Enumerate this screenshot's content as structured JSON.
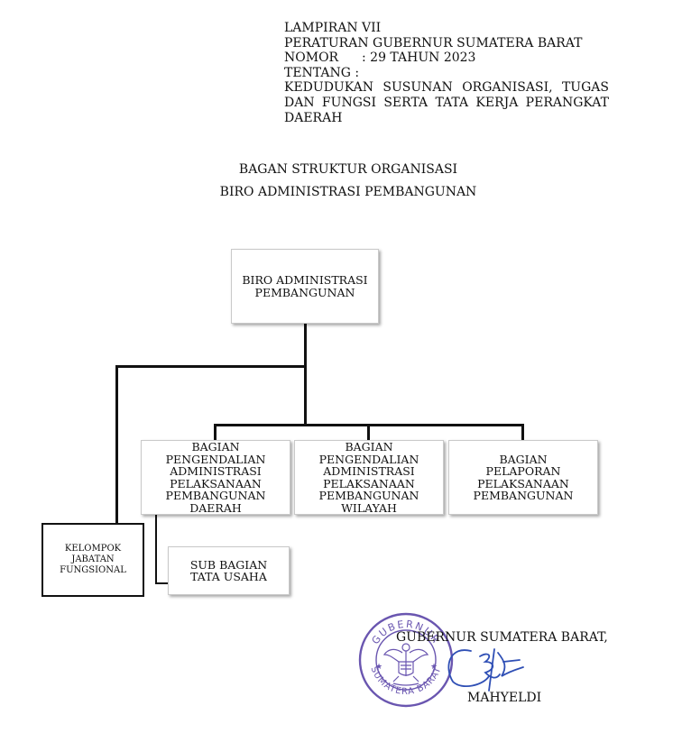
{
  "header": {
    "lampiran": "LAMPIRAN  VII",
    "peraturan": "PERATURAN GUBERNUR  SUMATERA BARAT",
    "nomor_label": "NOMOR",
    "nomor_value": ":  29 TAHUN 2023",
    "tentang": "TENTANG  :",
    "subject": "KEDUDUKAN SUSUNAN ORGANISASI, TUGAS DAN FUNGSI SERTA TATA KERJA PERANGKAT DAERAH"
  },
  "titles": {
    "line1": "BAGAN STRUKTUR ORGANISASI",
    "line2": "BIRO ADMINISTRASI PEMBANGUNAN"
  },
  "org": {
    "head": "BIRO ADMINISTRASI PEMBANGUNAN",
    "functional_group": "KELOMPOK JABATAN FUNGSIONAL",
    "divisions": [
      "BAGIAN PENGENDALIAN ADMINISTRASI PELAKSANAAN PEMBANGUNAN DAERAH",
      "BAGIAN PENGENDALIAN ADMINISTRASI PELAKSANAAN PEMBANGUNAN WILAYAH",
      "BAGIAN PELAPORAN PELAKSANAAN PEMBANGUNAN"
    ],
    "sub_division": "SUB BAGIAN TATA USAHA"
  },
  "signature": {
    "position": "GUBERNUR SUMATERA BARAT,",
    "name": "MAHYELDI"
  },
  "seal": {
    "top_text": "GUBERNUR",
    "bottom_text": "SUMATERA BARAT",
    "color": "#6a56b0"
  },
  "colors": {
    "text": "#111111",
    "lines": "#111111",
    "signature_ink": "#2f4fb5"
  }
}
